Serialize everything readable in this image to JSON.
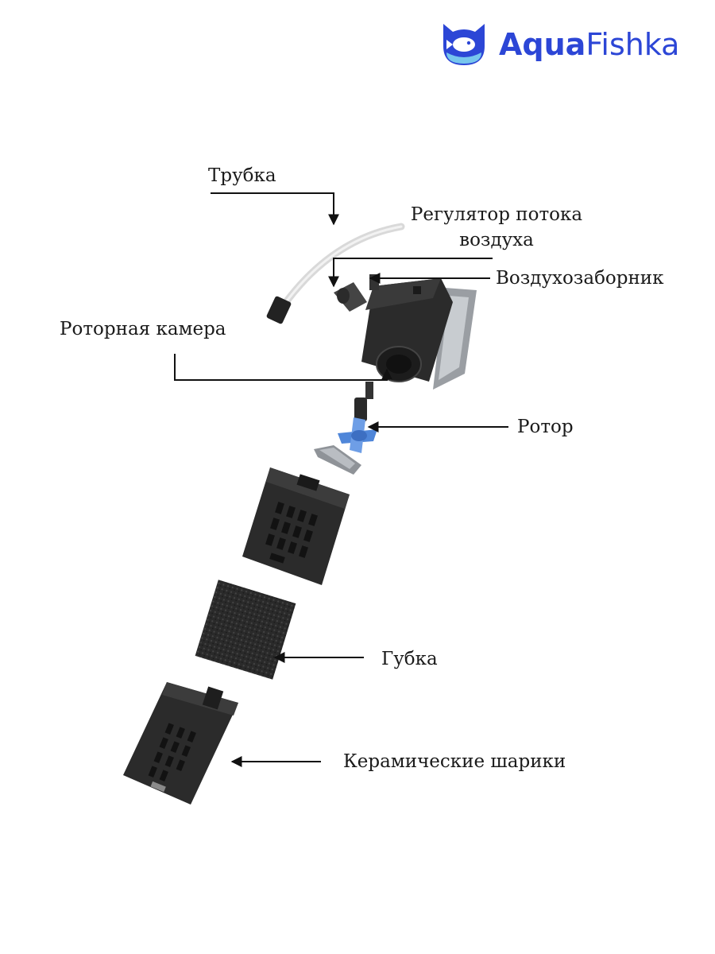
{
  "brand": {
    "name_bold": "Aqua",
    "name_regular": "Fishka",
    "logo_icon": "fish-in-cat-head-icon",
    "color": "#2c46d6"
  },
  "labels": {
    "tube": "Трубка",
    "air_regulator_line1": "Регулятор потока",
    "air_regulator_line2": "воздуха",
    "air_intake": "Воздухозаборник",
    "rotor_chamber": "Роторная камера",
    "rotor": "Ротор",
    "sponge": "Губка",
    "ceramic_balls": "Керамические шарики"
  },
  "colors": {
    "plastic": "#2b2b2b",
    "rotor_blue": "#4f86d9",
    "sponge": "#2a2a2a",
    "line": "#111111"
  }
}
